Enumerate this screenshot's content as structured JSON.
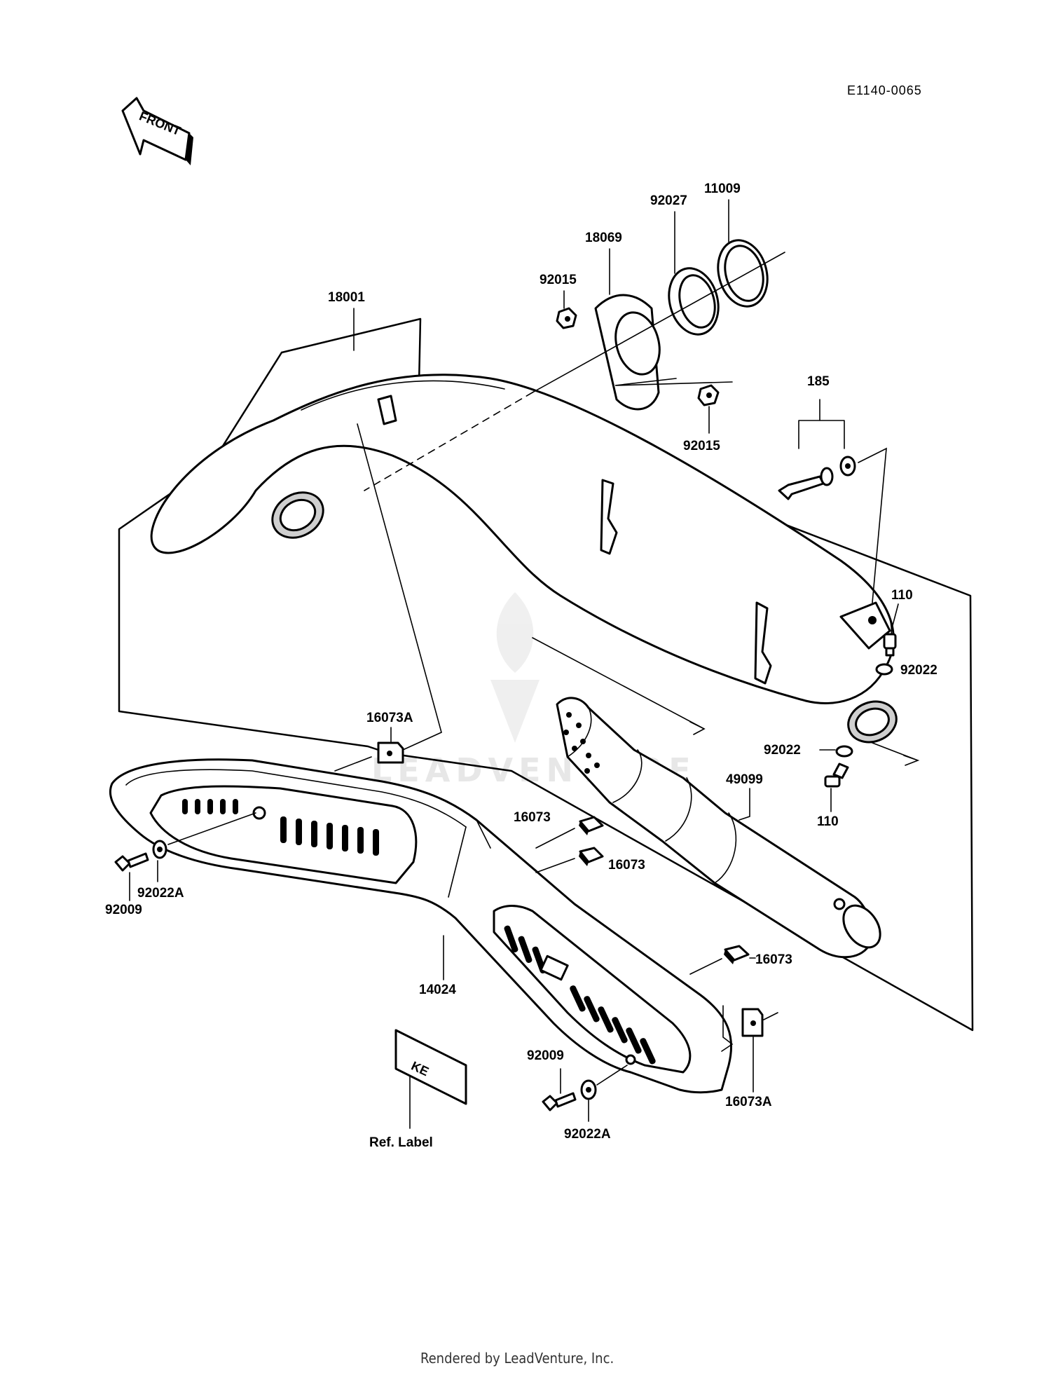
{
  "diagram_code": "E1140-0065",
  "front_label": "FRONT",
  "watermark": "LEADVENTURE",
  "credit": "Rendered by LeadVenture, Inc.",
  "ref_label_text": "KE",
  "labels": {
    "p18001": "18001",
    "p18069": "18069",
    "p92027": "92027",
    "p11009": "11009",
    "p92015a": "92015",
    "p92015b": "92015",
    "p185": "185",
    "p110a": "110",
    "p92022a": "92022",
    "p92022b": "92022",
    "p110b": "110",
    "p49099": "49099",
    "p16073Aa": "16073A",
    "p16073a": "16073",
    "p16073b": "16073",
    "p16073c": "16073",
    "p16073Ab": "16073A",
    "p92022Aa": "92022A",
    "p92009a": "92009",
    "p14024": "14024",
    "p92009b": "92009",
    "p92022Ab": "92022A",
    "ref_label": "Ref. Label"
  }
}
